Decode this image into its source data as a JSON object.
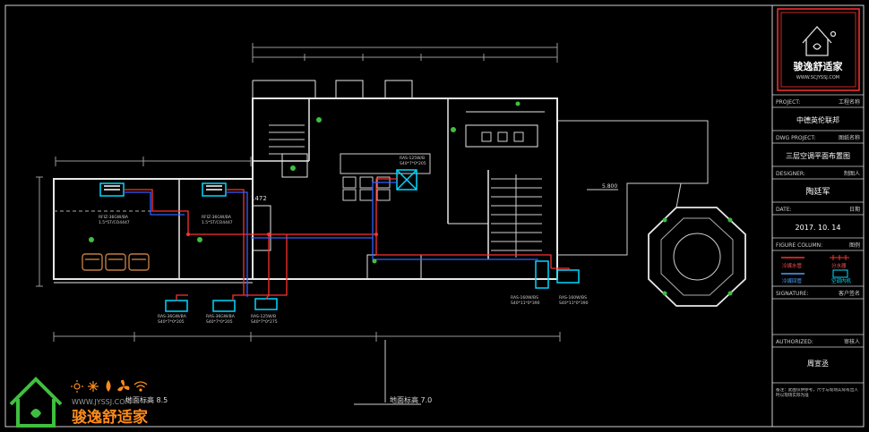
{
  "title_block": {
    "logo_brand": "骏逸舒适家",
    "logo_url": "WWW.SCJYSSJ.COM",
    "project_label": "PROJECT:",
    "project_label_cn": "工程名称",
    "project_name": "中德英伦联邦",
    "dwg_label": "DWG PROJECT:",
    "dwg_label_cn": "图纸名称",
    "dwg_name": "三层空调平面布置图",
    "designer_label": "DESIGNER:",
    "designer_label_cn": "制图人",
    "designer_name": "陶廷军",
    "date_label": "DATE:",
    "date_label_cn": "日期",
    "date_value": "2017. 10. 14",
    "figure_label": "FIGURE COLUMN:",
    "figure_label_cn": "图例",
    "legend": [
      {
        "text": "冷媒水管",
        "color": "#ff3030"
      },
      {
        "text": "分水器",
        "color": "#ff3030"
      },
      {
        "text": "冷媒回管",
        "color": "#4aa0ff"
      },
      {
        "text": "空调内机",
        "color": "#00e0ff"
      }
    ],
    "signature_label": "SIGNATURE:",
    "signature_label_cn": "客户签名",
    "authorized_label": "AUTHORIZED:",
    "authorized_label_cn": "审核人",
    "authorized_name": "周宣丞",
    "note": "备注：此图仅供参考，尺寸与现场实际有出入时以现场实际为准"
  },
  "plan": {
    "level_left": "地面标高 8.5",
    "level_bottom": "地面标高 7.0",
    "level_right": "5.800",
    "dim_label": "1472",
    "unit_labels": [
      {
        "name": "RFIZ-36GW/BA",
        "sub": "1.5*5T/CO4447"
      },
      {
        "name": "RFIZ-36GW/BA",
        "sub": "1.5*5T/CO4447"
      },
      {
        "name": "RAS-125W/B",
        "sub": "S40*7*0*205"
      },
      {
        "name": "RAS-36GW/BA",
        "sub": "S40*7*0*205"
      },
      {
        "name": "RAS-36GW/BA",
        "sub": "S40*7*0*205"
      },
      {
        "name": "RAS-125W/B",
        "sub": "S40*7*0*275"
      },
      {
        "name": "RAS-160W/BS",
        "sub": "S40*11*0*390"
      },
      {
        "name": "RAS-160W/BS",
        "sub": "S40*11*0*390"
      }
    ]
  },
  "watermark": {
    "brand": "骏逸舒适家",
    "url": "WWW.JYSSJ.COM"
  },
  "colors": {
    "wall": "#e8e8e8",
    "supply_pipe": "#ff3030",
    "return_pipe": "#3060ff",
    "unit": "#00d8ff",
    "furniture": "#c07a40",
    "accent_green": "#3fbf3f",
    "title_border": "#ff3030"
  }
}
